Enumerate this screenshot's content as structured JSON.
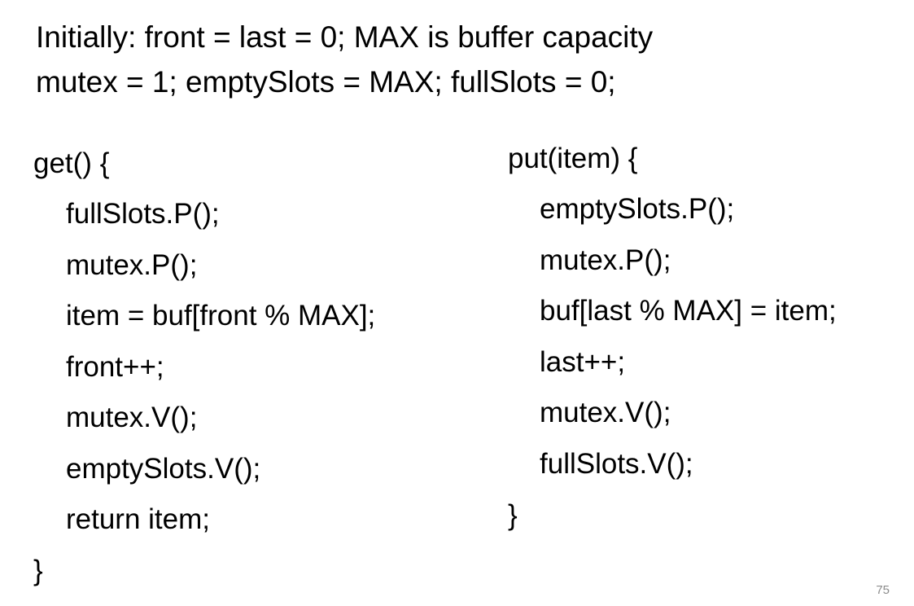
{
  "header": {
    "line1": "Initially: front = last = 0; MAX is buffer capacity",
    "line2": "mutex = 1; emptySlots = MAX; fullSlots = 0;"
  },
  "get_function": {
    "lines": [
      "get() {",
      "fullSlots.P();",
      "mutex.P();",
      "item = buf[front % MAX];",
      "front++;",
      "mutex.V();",
      "emptySlots.V();",
      "return item;",
      "}"
    ]
  },
  "put_function": {
    "lines": [
      "put(item) {",
      "emptySlots.P();",
      "mutex.P();",
      "buf[last % MAX] = item;",
      "last++;",
      "mutex.V();",
      "fullSlots.V();",
      "}"
    ]
  },
  "slide_number": "75"
}
